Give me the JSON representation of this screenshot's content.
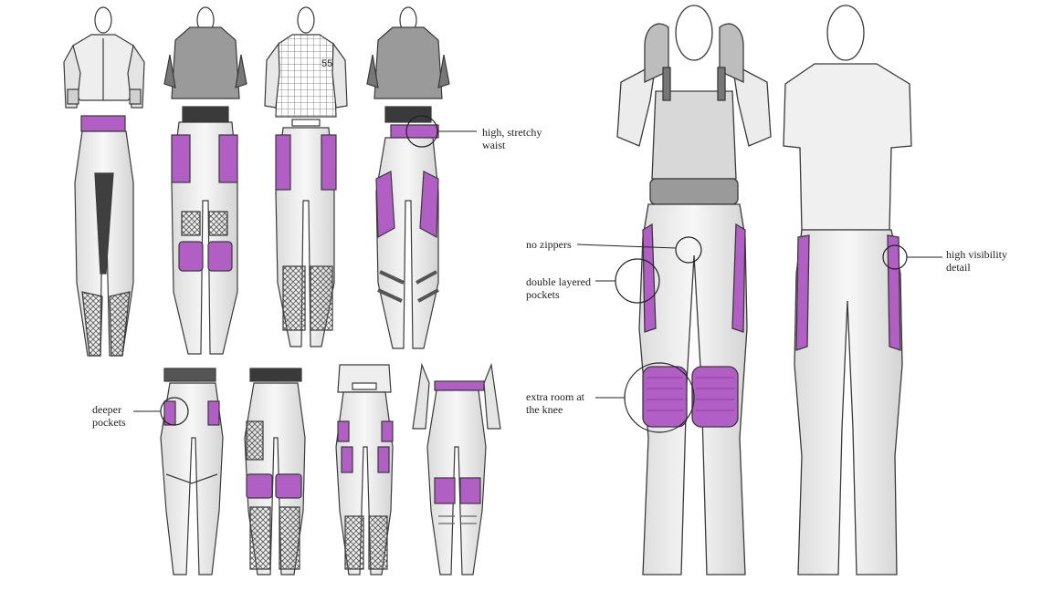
{
  "annotations": {
    "high_stretchy_waist_line1": "high, stretchy",
    "high_stretchy_waist_line2": "waist",
    "deeper_pockets_line1": "deeper",
    "deeper_pockets_line2": "pockets",
    "no_zippers": "no zippers",
    "double_layered_pockets_line1": "double layered",
    "double_layered_pockets_line2": "pockets",
    "extra_room_knee_line1": "extra room at",
    "extra_room_knee_line2": "the knee",
    "high_visibility_line1": "high visibility",
    "high_visibility_line2": "detail"
  },
  "jersey_number": "55",
  "colors": {
    "accent_purple": "#b15fc4",
    "outline": "#3a3a3a",
    "shade": "#d9d9d9",
    "dark_gray": "#7a7a7a",
    "paper": "#ffffff"
  }
}
